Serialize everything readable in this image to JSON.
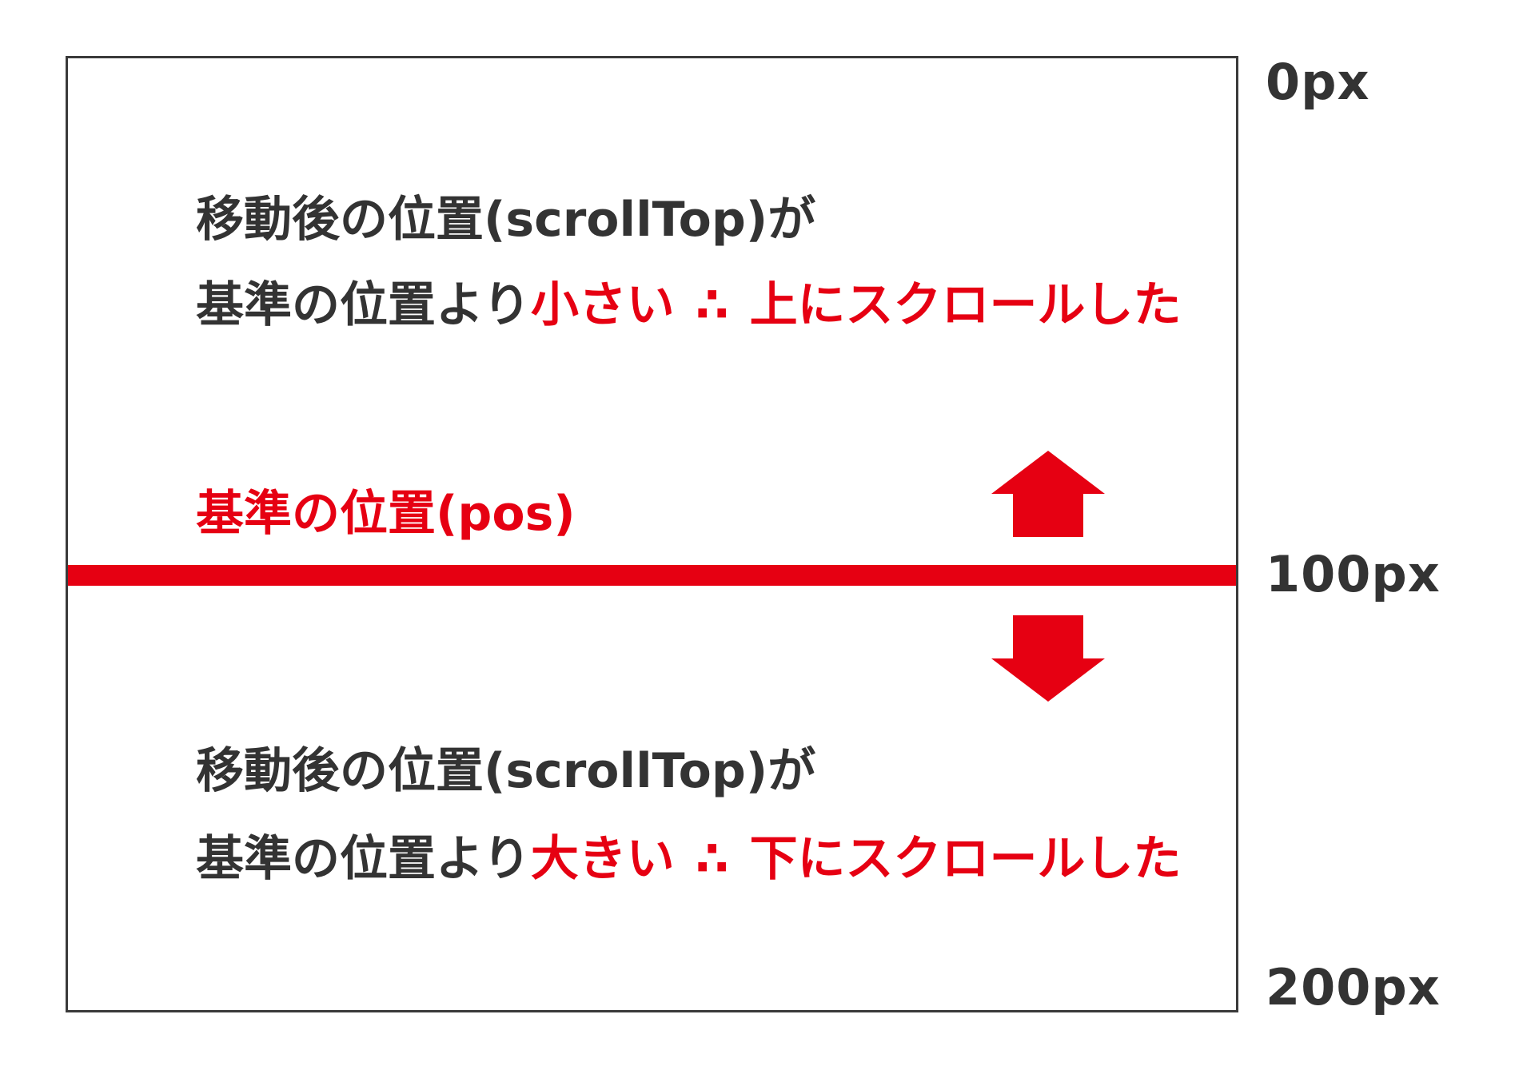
{
  "scale": {
    "top_label": "0px",
    "middle_label": "100px",
    "bottom_label": "200px"
  },
  "upper_block": {
    "line1": "移動後の位置(scrollTop)が",
    "line2_prefix": "基準の位置より",
    "line2_highlight": "小さい",
    "line2_therefore": "∴",
    "line2_result": "上にスクロールした"
  },
  "reference": {
    "label": "基準の位置(pos)"
  },
  "lower_block": {
    "line1": "移動後の位置(scrollTop)が",
    "line2_prefix": "基準の位置より",
    "line2_highlight": "大きい",
    "line2_therefore": "∴",
    "line2_result": "下にスクロールした"
  },
  "colors": {
    "accent": "#e60012",
    "text": "#333333",
    "frame": "#3a3a3a",
    "background": "#ffffff"
  },
  "icons": {
    "up": "arrow-up-icon",
    "down": "arrow-down-icon"
  }
}
